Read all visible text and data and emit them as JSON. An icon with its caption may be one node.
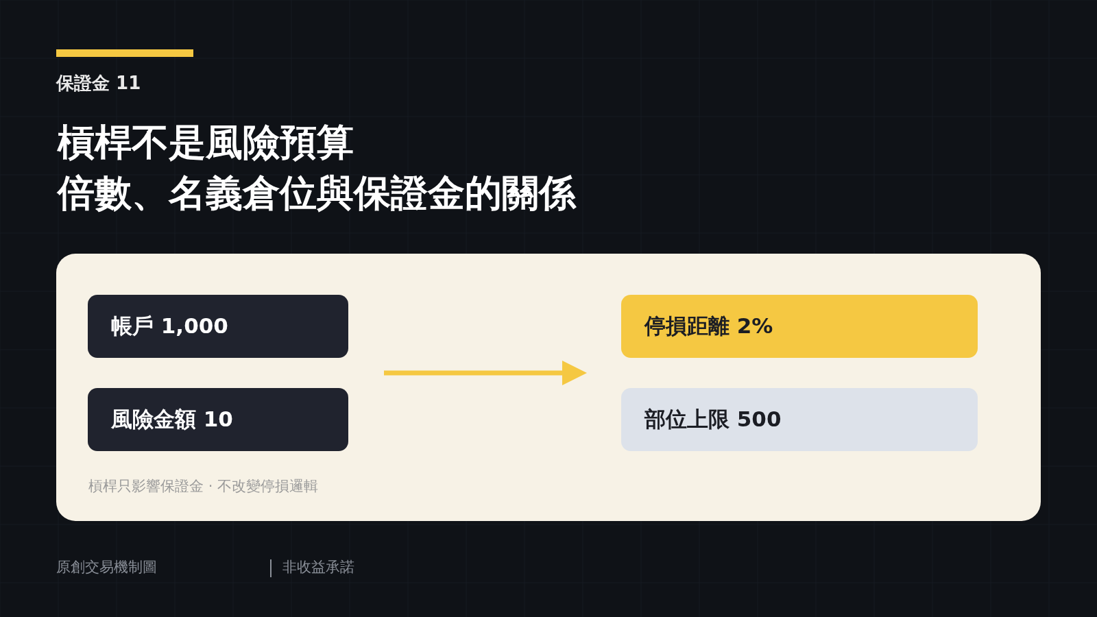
{
  "diagram": {
    "title": "槓桿不是風險預算",
    "nodes": [
      {
        "text": [
          "槓桿只影響保證金 · 不改變停損邏輯"
        ]
      },
      {
        "text": [
          "帳戶 1,000"
        ],
        "in": 0
      },
      {
        "text": [
          "停損距離 2%"
        ],
        "in": 0
      },
      {
        "text": [
          "風險金額 10"
        ],
        "in": 0
      },
      {
        "text": [
          "部位上限 500"
        ],
        "in": 0
      }
    ],
    "labels": [
      "保證金 11",
      "倍數、名義倉位與保證金的關係",
      "原創交易機制圖",
      "非收益承諾"
    ]
  }
}
